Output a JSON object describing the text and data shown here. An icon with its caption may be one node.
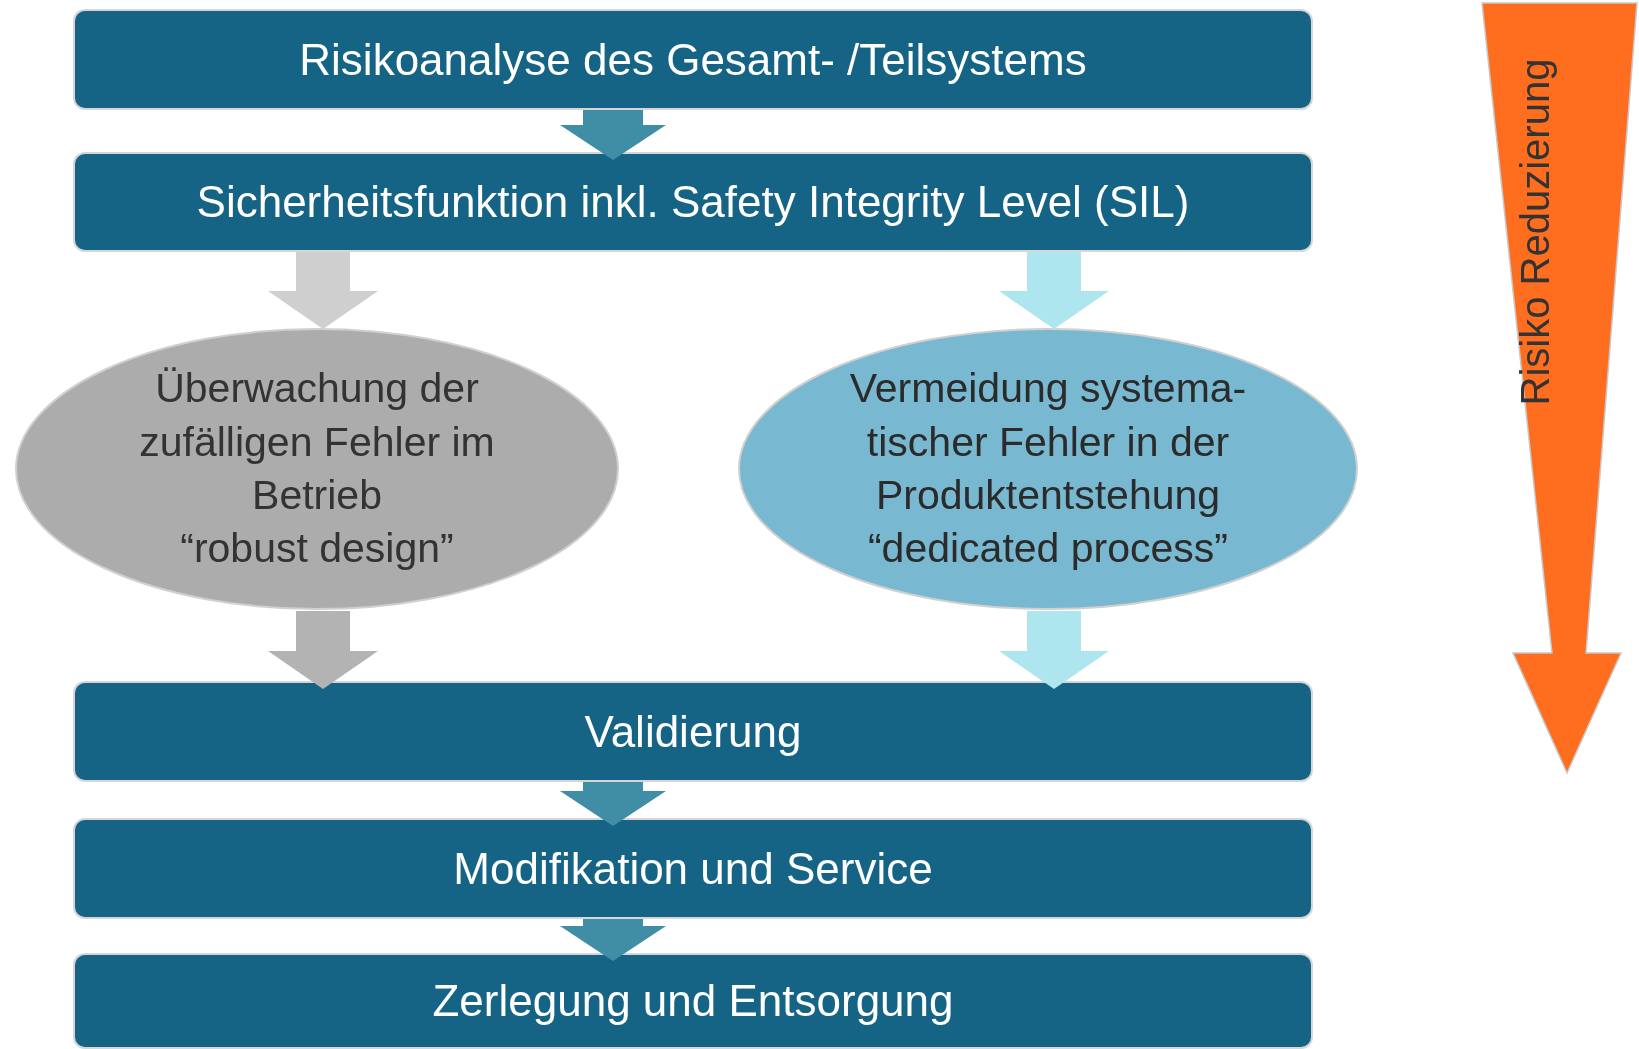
{
  "diagram": {
    "nodes": [
      {
        "text": [
          "Risikoanalyse des Gesamt- /Teilsystems"
        ]
      },
      {
        "text": [
          "Sicherheitsfunktion inkl. Safety Integrity Level (SIL)"
        ]
      },
      {
        "text": [
          "Überwachung der zufälligen Fehler im Betrieb",
          "“robust design”"
        ]
      },
      {
        "text": [
          "Vermeidung systema- tischer Fehler in der Produktentstehung",
          "“dedicated process”"
        ]
      },
      {
        "text": [
          "Validierung"
        ]
      },
      {
        "text": [
          "Modifikation und Service"
        ]
      },
      {
        "text": [
          "Zerlegung und Entsorgung"
        ]
      },
      {
        "text": [
          "Risiko Reduzierung"
        ]
      }
    ],
    "edges": [
      {
        "from": 0,
        "to": 1,
        "arrow": "to"
      },
      {
        "from": 1,
        "to": 2,
        "arrow": "to",
        "color": "#cfcfcf"
      },
      {
        "from": 1,
        "to": 3,
        "arrow": "to",
        "color": "#ade6ef"
      },
      {
        "from": 2,
        "to": 4,
        "arrow": "to",
        "color": "#b3b3b3"
      },
      {
        "from": 3,
        "to": 4,
        "arrow": "to",
        "color": "#ade6ef"
      },
      {
        "from": 4,
        "to": 5,
        "arrow": "to"
      },
      {
        "from": 5,
        "to": 6,
        "arrow": "to"
      }
    ]
  }
}
